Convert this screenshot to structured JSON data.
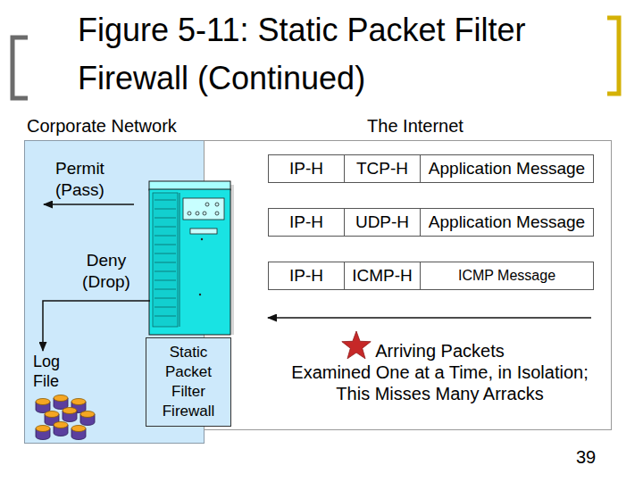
{
  "diagram": {
    "title": "Figure 5-11: Static Packet Filter Firewall (Continued)",
    "nodes": [
      {
        "text": [
          "Corporate Network"
        ]
      },
      {
        "text": [
          "The Internet"
        ]
      },
      {
        "text": [
          "IP-H"
        ],
        "in": 1
      },
      {
        "text": [
          "TCP-H"
        ],
        "in": 1
      },
      {
        "text": [
          "Application Message"
        ],
        "in": 1
      },
      {
        "text": [
          "IP-H"
        ],
        "in": 1
      },
      {
        "text": [
          "UDP-H"
        ],
        "in": 1
      },
      {
        "text": [
          "Application Message"
        ],
        "in": 1
      },
      {
        "text": [
          "IP-H"
        ],
        "in": 1
      },
      {
        "text": [
          "ICMP-H"
        ],
        "in": 1
      },
      {
        "text": [
          "ICMP Message"
        ],
        "in": 1
      },
      {
        "text": [
          "Static Packet Filter Firewall"
        ]
      }
    ],
    "labels": [
      "Permit (Pass)",
      "Deny (Drop)",
      "Log File",
      "Arriving Packets Examined One at a Time, in Isolation; This Misses Many Arracks",
      "39"
    ]
  }
}
